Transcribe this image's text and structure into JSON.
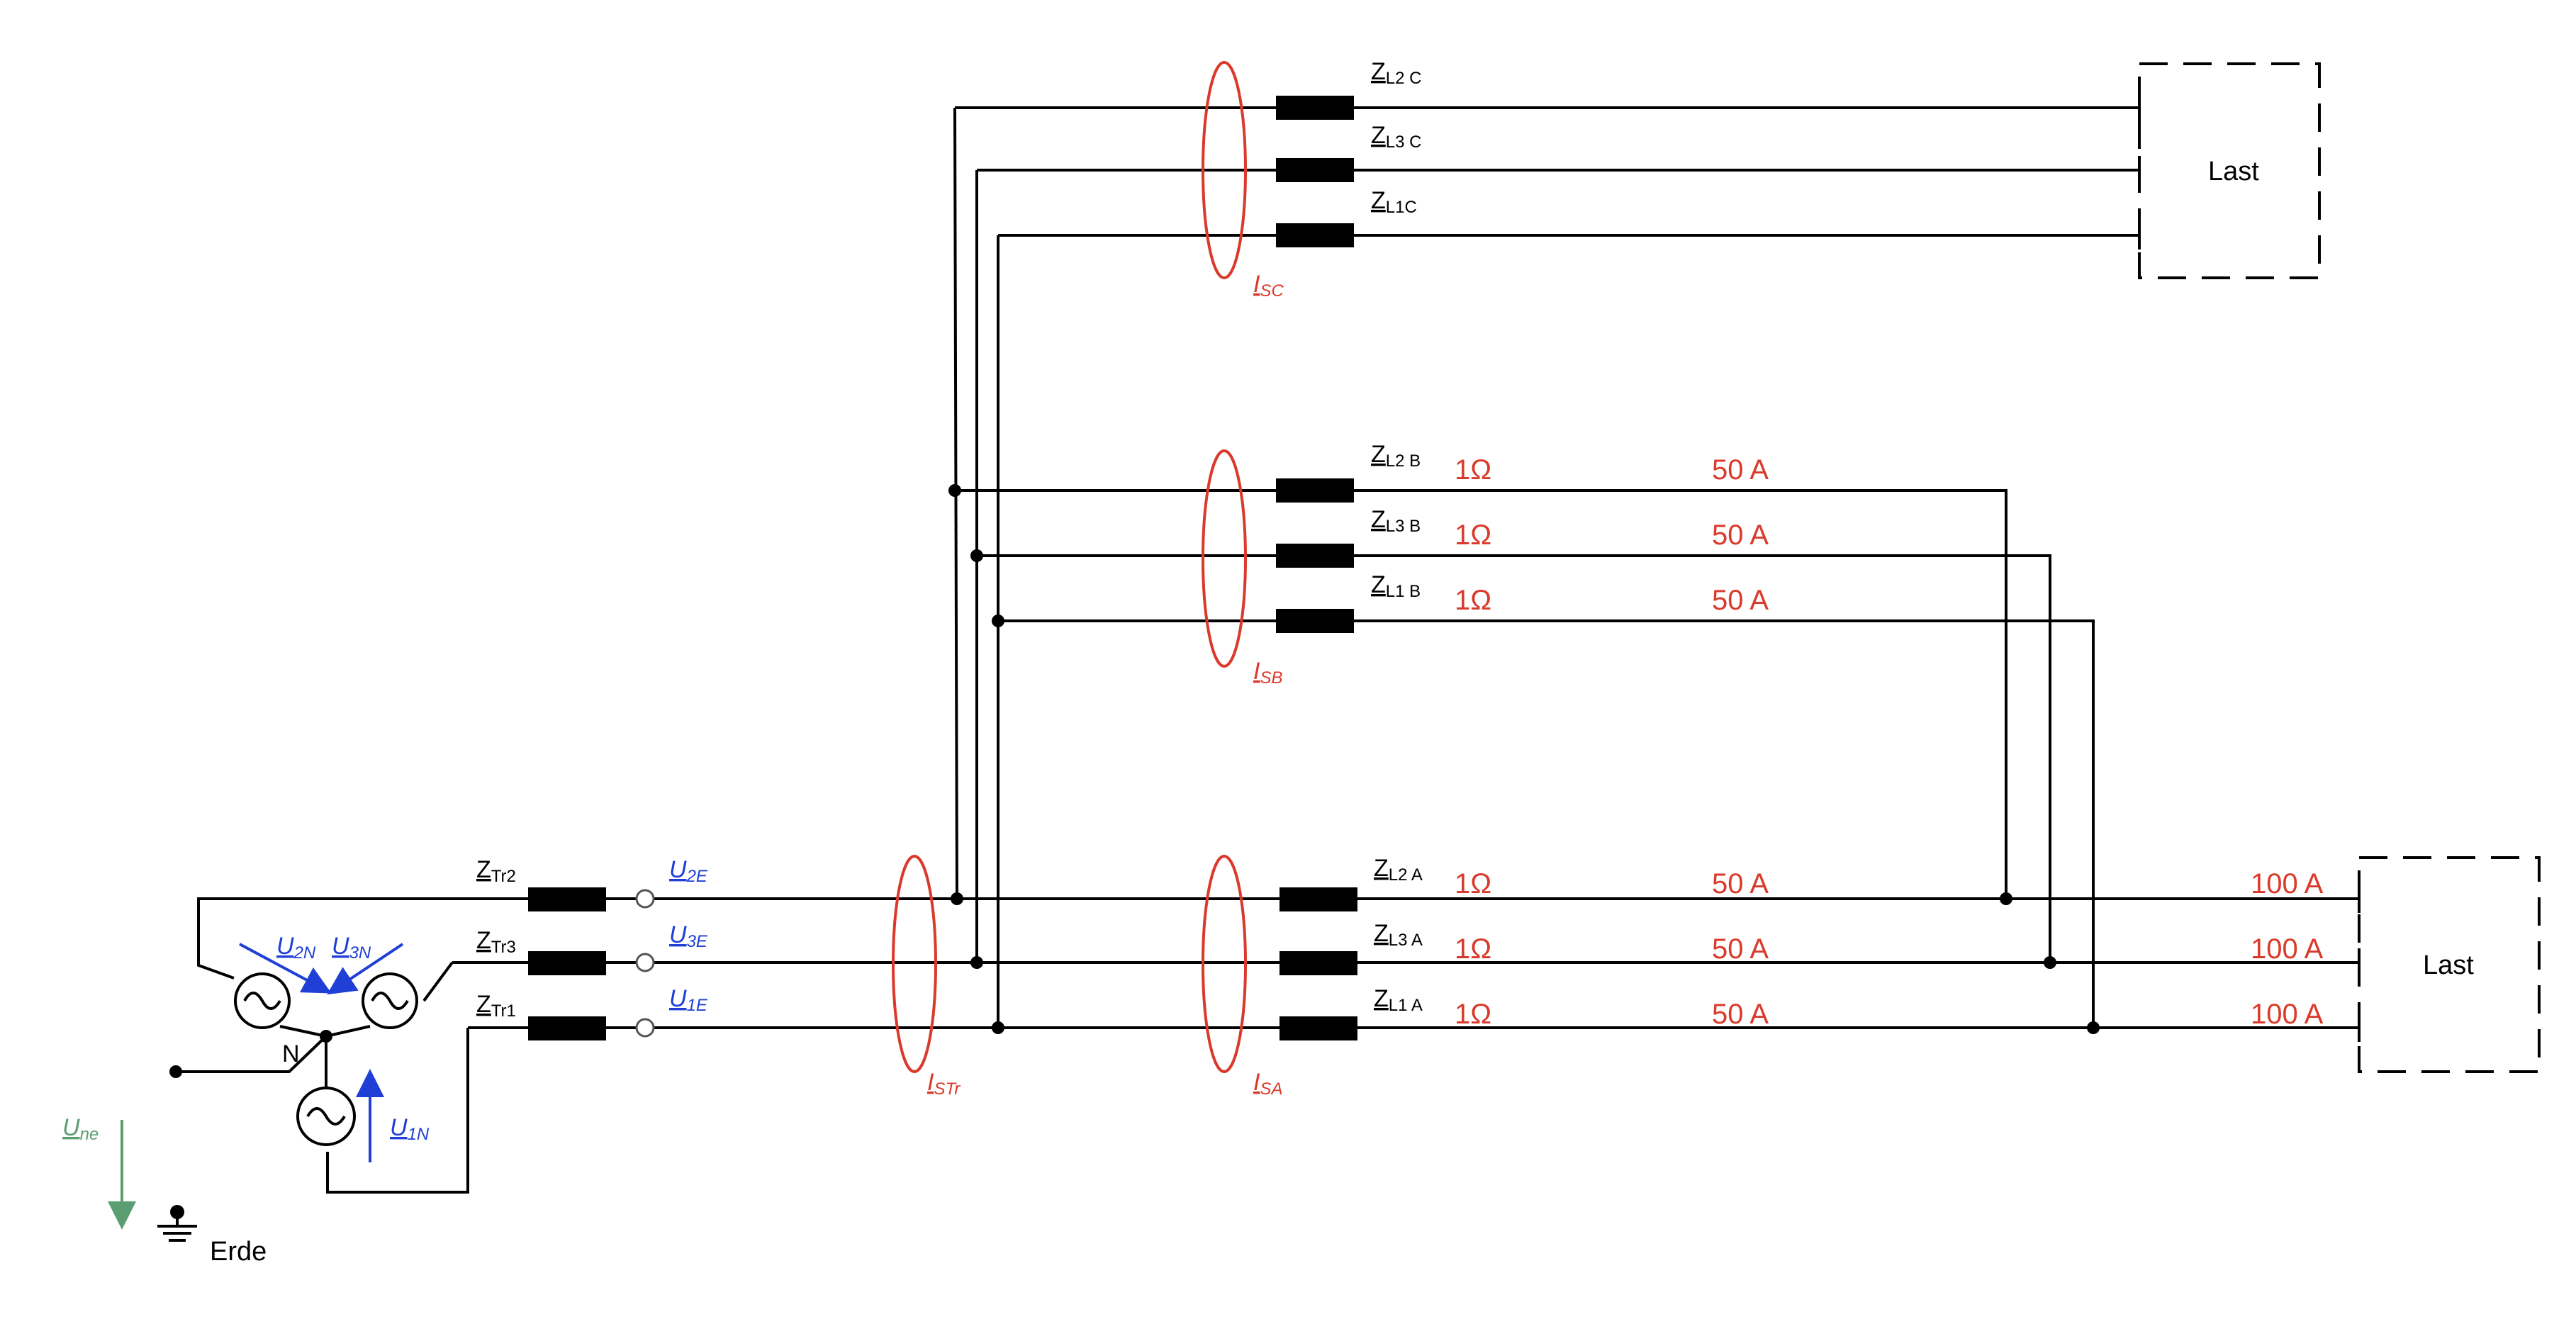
{
  "colors": {
    "wire": "#000000",
    "red": "#d93a2b",
    "blue": "#1f3fd6",
    "green": "#5a9e72"
  },
  "icons": [
    "ac-source-icon",
    "ground-icon",
    "current-clamp-icon",
    "impedance-icon",
    "terminal-icon"
  ],
  "source": {
    "neutral_label": "N",
    "ztr2": {
      "main": "Z",
      "sub": "Tr2"
    },
    "ztr3": {
      "main": "Z",
      "sub": "Tr3"
    },
    "ztr1": {
      "main": "Z",
      "sub": "Tr1"
    },
    "u2e": {
      "main": "U",
      "sub": "2E"
    },
    "u3e": {
      "main": "U",
      "sub": "3E"
    },
    "u1e": {
      "main": "U",
      "sub": "1E"
    },
    "u2n": {
      "main": "U",
      "sub": "2N"
    },
    "u3n": {
      "main": "U",
      "sub": "3N"
    },
    "u1n": {
      "main": "U",
      "sub": "1N"
    },
    "une": {
      "main": "U",
      "sub": "ne"
    },
    "earth_label": "Erde"
  },
  "clamps": {
    "istr": {
      "main": "I",
      "sub": "STr"
    },
    "isa": {
      "main": "I",
      "sub": "SA"
    },
    "isb": {
      "main": "I",
      "sub": "SB"
    },
    "isc": {
      "main": "I",
      "sub": "SC"
    }
  },
  "branch_c": {
    "z2": {
      "main": "Z",
      "sub": "L2 C"
    },
    "z3": {
      "main": "Z",
      "sub": "L3 C"
    },
    "z1": {
      "main": "Z",
      "sub": "L1C"
    },
    "load": "Last"
  },
  "branch_b": {
    "z2": {
      "main": "Z",
      "sub": "L2 B"
    },
    "z3": {
      "main": "Z",
      "sub": "L3 B"
    },
    "z1": {
      "main": "Z",
      "sub": "L1 B"
    },
    "r": [
      "1Ω",
      "1Ω",
      "1Ω"
    ],
    "i": [
      "50 A",
      "50 A",
      "50 A"
    ]
  },
  "branch_a": {
    "z2": {
      "main": "Z",
      "sub": "L2 A"
    },
    "z3": {
      "main": "Z",
      "sub": "L3 A"
    },
    "z1": {
      "main": "Z",
      "sub": "L1 A"
    },
    "r": [
      "1Ω",
      "1Ω",
      "1Ω"
    ],
    "i": [
      "50 A",
      "50 A",
      "50 A"
    ],
    "i_total": [
      "100 A",
      "100 A",
      "100 A"
    ],
    "load": "Last"
  }
}
